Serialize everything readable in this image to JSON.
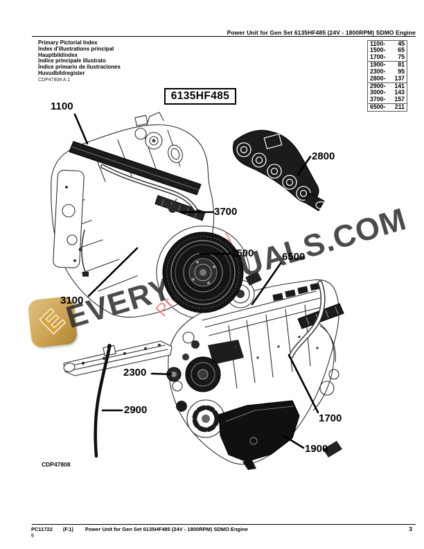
{
  "header": {
    "title": "Power Unit for Gen Set 6135HF485 (24V - 1800RPM) SDMO Engine"
  },
  "pictorial_index": {
    "titles": [
      "Primary Pictorial Index",
      "Index d'illustrations principal",
      "Hauptbildindex",
      "Indice principale illustrato",
      "Índice primario de ilustraciones",
      "Huvudbildregister"
    ],
    "drawing_ref": "CDP47808 A.1"
  },
  "model_box": {
    "label": "6135HF485"
  },
  "index_table": {
    "rows": [
      {
        "section": "1100-",
        "page": "45"
      },
      {
        "section": "1500-",
        "page": "65"
      },
      {
        "section": "1700-",
        "page": "75"
      },
      {
        "section": "1900-",
        "page": "81"
      },
      {
        "section": "2300-",
        "page": "95"
      },
      {
        "section": "2800-",
        "page": "137"
      },
      {
        "section": "2900-",
        "page": "141"
      },
      {
        "section": "3000-",
        "page": "143"
      },
      {
        "section": "3700-",
        "page": "157"
      },
      {
        "section": "6500-",
        "page": "211"
      }
    ]
  },
  "callouts": [
    {
      "label": "1100"
    },
    {
      "label": "2800"
    },
    {
      "label": "3700"
    },
    {
      "label": "1500"
    },
    {
      "label": "6500"
    },
    {
      "label": "3100"
    },
    {
      "label": "2300"
    },
    {
      "label": "2900"
    },
    {
      "label": "1700"
    },
    {
      "label": "1900"
    }
  ],
  "figure": {
    "code": "CDP47808"
  },
  "watermark": {
    "brand": "EVERYMANUALS.COM",
    "preview": "Preview Only",
    "logo_letter": "E",
    "brand_color": "#2d2d2d",
    "preview_color": "#f07a7a",
    "logo_gold": "#cda354"
  },
  "footer": {
    "doc_code": "PC11722",
    "revision": "(F.1)",
    "title": "Power Unit for Gen Set 6135HF485 (24V - 1800RPM) SDMO Engine",
    "page_number": "3",
    "note": "i)"
  }
}
